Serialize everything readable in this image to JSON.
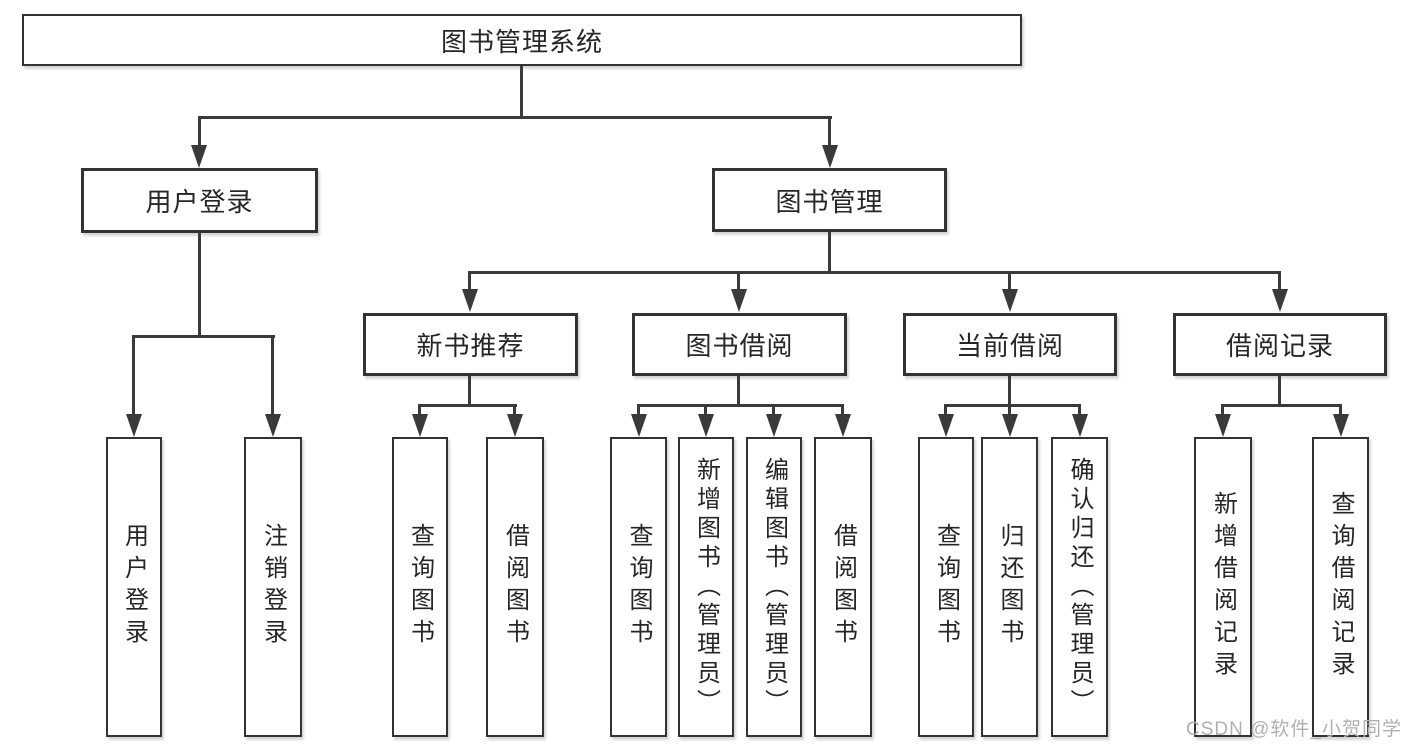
{
  "page": {
    "background": "#ffffff"
  },
  "colors": {
    "line": "#3a3a3a",
    "node_border": "#333333",
    "node_text": "#262626",
    "watermark_text": "#b0b0b0"
  },
  "diagram": {
    "root": {
      "label": "图书管理系统"
    },
    "level2": [
      {
        "label": "用户登录",
        "parent": "图书管理系统"
      },
      {
        "label": "图书管理",
        "parent": "图书管理系统"
      }
    ],
    "level3": [
      {
        "label": "新书推荐",
        "parent": "图书管理"
      },
      {
        "label": "图书借阅",
        "parent": "图书管理"
      },
      {
        "label": "当前借阅",
        "parent": "图书管理"
      },
      {
        "label": "借阅记录",
        "parent": "图书管理"
      }
    ],
    "leaves": [
      {
        "label": "用户登录",
        "parent": "用户登录"
      },
      {
        "label": "注销登录",
        "parent": "用户登录"
      },
      {
        "label": "查询图书",
        "parent": "新书推荐"
      },
      {
        "label": "借阅图书",
        "parent": "新书推荐"
      },
      {
        "label": "查询图书",
        "parent": "图书借阅"
      },
      {
        "label": "新增图书（管理员）",
        "parent": "图书借阅"
      },
      {
        "label": "编辑图书（管理员）",
        "parent": "图书借阅"
      },
      {
        "label": "借阅图书",
        "parent": "图书借阅"
      },
      {
        "label": "查询图书",
        "parent": "当前借阅"
      },
      {
        "label": "归还图书",
        "parent": "当前借阅"
      },
      {
        "label": "确认归还（管理员）",
        "parent": "当前借阅"
      },
      {
        "label": "新增借阅记录",
        "parent": "借阅记录"
      },
      {
        "label": "查询借阅记录",
        "parent": "借阅记录"
      }
    ]
  },
  "watermark": {
    "text": "CSDN @软件_小贺同学"
  }
}
